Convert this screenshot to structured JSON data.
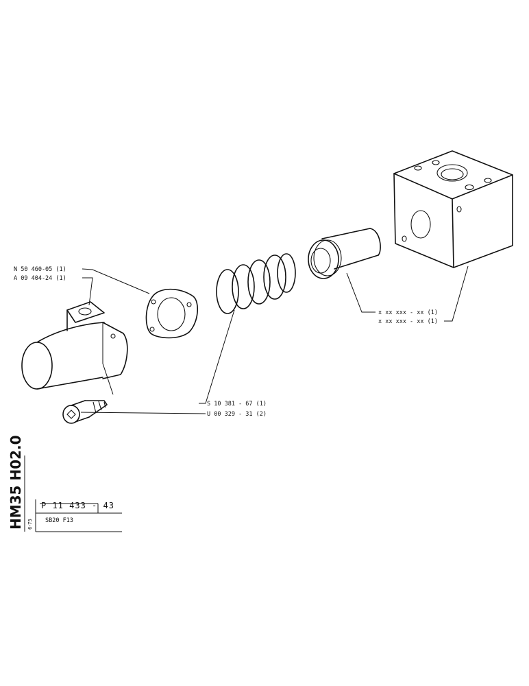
{
  "labels": {
    "gasket": "N 50 460-05 (1)",
    "housing": "A 09 404-24 (1)",
    "block_top": "x xx xxx - xx (1)",
    "block_bottom": "x xx xxx - xx (1)",
    "spring": "S 10 381 - 67 (1)",
    "screw": "U 00 329 - 31 (2)"
  },
  "title_block": {
    "model": "HM35 H02.0",
    "date": "6-75",
    "part_number": "P 11  433 - 43",
    "subtitle": "SB20  F13"
  }
}
